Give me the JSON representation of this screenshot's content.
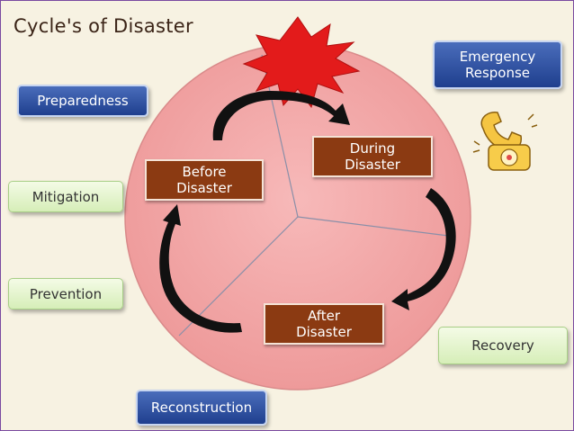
{
  "title": "Cycle's of Disaster",
  "phases": {
    "before": "Before\nDisaster",
    "during": "During\nDisaster",
    "after": "After\nDisaster"
  },
  "activities": {
    "emergency_response": "Emergency\nResponse",
    "preparedness": "Preparedness",
    "mitigation": "Mitigation",
    "prevention": "Prevention",
    "recovery": "Recovery",
    "reconstruction": "Reconstruction"
  },
  "colors": {
    "circle_fill": "#f2a6a6",
    "phase_box": "#8b3a12",
    "activity_blue": "#2a4ea0",
    "activity_green": "#e6f5d0",
    "burst": "#e01e1e"
  },
  "icons": [
    "explosion-burst-icon",
    "telephone-icon",
    "curved-arrow-icon"
  ]
}
